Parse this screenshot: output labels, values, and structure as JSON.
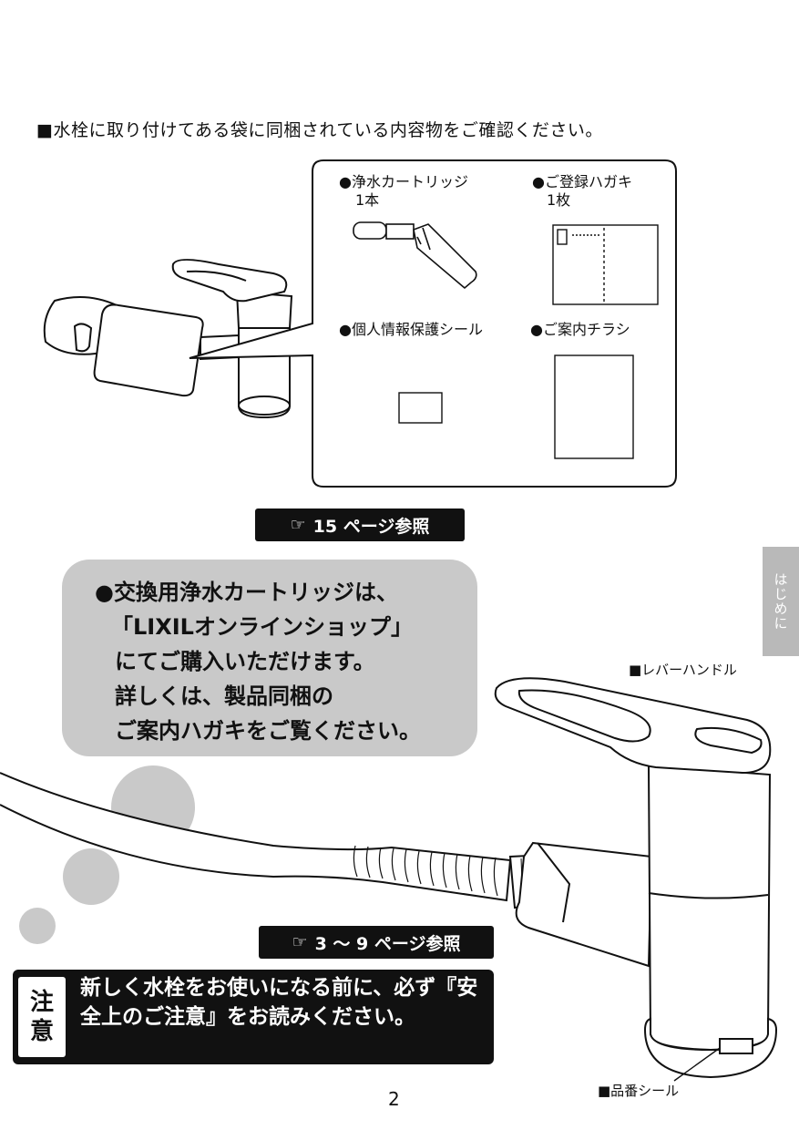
{
  "heading": "■水栓に取り付けてある袋に同梱されている内容物をご確認ください。",
  "contents": {
    "items": [
      {
        "label": "●浄水カートリッジ",
        "qty": "1本"
      },
      {
        "label": "●ご登録ハガキ",
        "qty": "1枚"
      },
      {
        "label": "●個人情報保護シール",
        "qty": ""
      },
      {
        "label": "●ご案内チラシ",
        "qty": ""
      }
    ]
  },
  "refs": {
    "ref1": "15 ページ参照",
    "ref2": "3 ～ 9 ページ参照",
    "pointer_glyph": "☞"
  },
  "bubble": {
    "lines": [
      "●交換用浄水カートリッジは、",
      "「LIXILオンラインショップ」",
      "にてご購入いただけます。",
      "詳しくは、製品同梱の",
      "ご案内ハガキをご覧ください。"
    ]
  },
  "side_tab": "はじめに",
  "labels": {
    "lever": "■レバーハンドル",
    "serial": "■品番シール"
  },
  "caution": {
    "tag_line1": "注",
    "tag_line2": "意",
    "text": "新しく水栓をお使いになる前に、必ず『安全上のご注意』をお読みください。"
  },
  "page_number": "2"
}
